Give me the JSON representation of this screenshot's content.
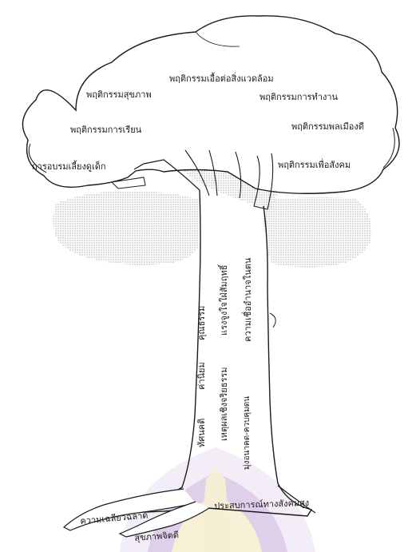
{
  "crown_labels": {
    "top": "พฤติกรรมเอื้อต่อสิ่งแวดล้อม",
    "health": "พฤติกรรมสุขภาพ",
    "work": "พฤติกรรมการทำงาน",
    "study": "พฤติกรรมการเรียน",
    "citizen": "พฤติกรรมพลเมืองดี",
    "parenting": "การอบรมเลี้ยงดูเด็ก",
    "prosocial": "พฤติกรรมเพื่อสังคม"
  },
  "trunk_labels": {
    "attitude": "ทัศนคติ",
    "values": "ค่านิยม",
    "morality": "คุณธรรม",
    "moral_reasoning": "เหตุผลเชิงจริยธรรม",
    "achievement": "แรงจูงใจใฝ่สัมฤทธิ์",
    "self_control": "มุ่งอนาคต-ควบคุมตน",
    "locus": "ความเชื่ออำนาจในตน"
  },
  "root_labels": {
    "intelligence": "ความเฉลียวฉลาด",
    "mental_health": "สุขภาพจิตดี",
    "experience": "ประสบการณ์ทางสังคมสูง"
  },
  "colors": {
    "line": "#1a1a1a",
    "stipple": "#555555",
    "watermark_purple": "#9b6fb8",
    "watermark_gold": "#e7cf86"
  }
}
